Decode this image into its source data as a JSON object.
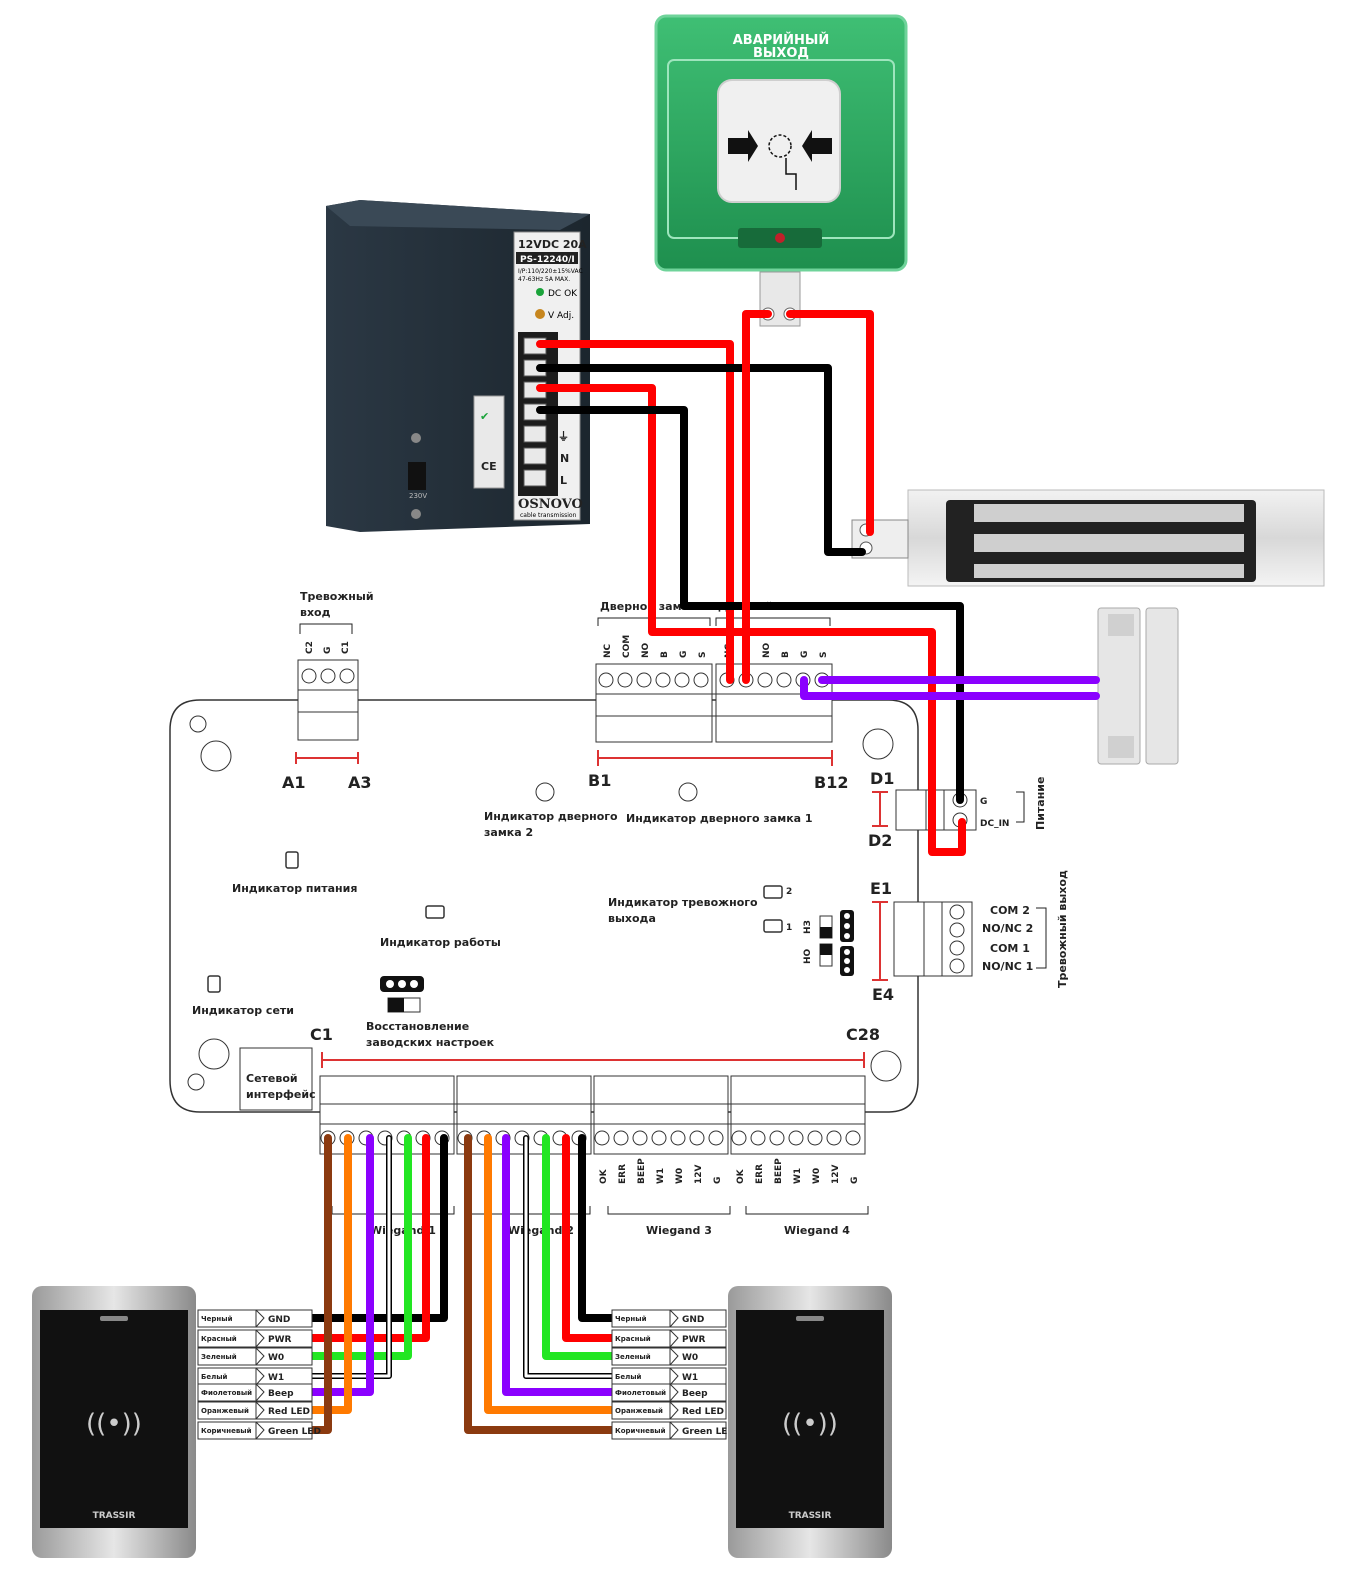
{
  "emergency_button": {
    "line1": "АВАРИЙНЫЙ",
    "line2": "ВЫХОД"
  },
  "psu": {
    "model": "12VDC 20A",
    "part": "PS-12240/I",
    "spec1": "I/P:110/220±15%VAC",
    "spec2": "47-63Hz  5A  MAX.",
    "dc_ok": "DC OK",
    "v_adj": "V Adj.",
    "brand": "OSNOVO",
    "brand_sub": "cable transmission",
    "switch": "230V",
    "terminal_n": "N",
    "terminal_l": "L",
    "ce": "CE"
  },
  "controller": {
    "alarm_input": {
      "line1": "Тревожный",
      "line2": "вход",
      "pins": [
        "C2",
        "G",
        "C1"
      ]
    },
    "range_a_start": "A1",
    "range_a_end": "A3",
    "door_lock_2": "Дверной замок 2",
    "door_lock_1": "Дверной замок 1",
    "lock_pins": [
      "NC",
      "COM",
      "NO",
      "B",
      "G",
      "S",
      "NC",
      "COM",
      "NO",
      "B",
      "G",
      "S"
    ],
    "range_b_start": "B1",
    "range_b_end": "B12",
    "range_d_start": "D1",
    "range_d_end": "D2",
    "power_pins": [
      "G",
      "DC_IN"
    ],
    "power_label": "Питание",
    "door_ind_2_l1": "Индикатор дверного",
    "door_ind_2_l2": "замка 2",
    "door_ind_1": "Индикатор дверного замка 1",
    "power_ind": "Индикатор питания",
    "work_ind": "Индикатор работы",
    "net_ind": "Индикатор сети",
    "alarm_out_ind_l1": "Индикатор тревожного",
    "alarm_out_ind_l2": "выхода",
    "jumper_2": "2",
    "jumper_1": "1",
    "nz": "НЗ",
    "no": "НО",
    "reset_l1": "Восстановление",
    "reset_l2": "заводских настроек",
    "range_e_start": "E1",
    "range_e_end": "E4",
    "alarm_out_pins": [
      "COM 2",
      "NO/NC 2",
      "COM 1",
      "NO/NC 1"
    ],
    "alarm_out_label": "Тревожный выход",
    "range_c_start": "C1",
    "range_c_end": "C28",
    "net_if_l1": "Сетевой",
    "net_if_l2": "интерфейс",
    "wiegand_pins": [
      "OK",
      "ERR",
      "BEEP",
      "W1",
      "W0",
      "12V",
      "G"
    ],
    "wiegand": [
      "Wiegand 1",
      "Wiegand 2",
      "Wiegand 3",
      "Wiegand 4"
    ]
  },
  "reader_wires": {
    "colors": [
      "Черный",
      "Красный",
      "Зеленый",
      "Белый",
      "Фиолетовый",
      "Оранжевый",
      "Коричневый"
    ],
    "signals": [
      "GND",
      "PWR",
      "W0",
      "W1",
      "Beep",
      "Red LED",
      "Green LED"
    ]
  },
  "reader_brand": "TRASSIR",
  "wire_colors": {
    "red": "#ff0000",
    "black": "#000000",
    "purple": "#8a00ff",
    "green": "#22e622",
    "orange": "#ff7a00",
    "brown": "#8b3a10",
    "white": "#ffffff"
  }
}
